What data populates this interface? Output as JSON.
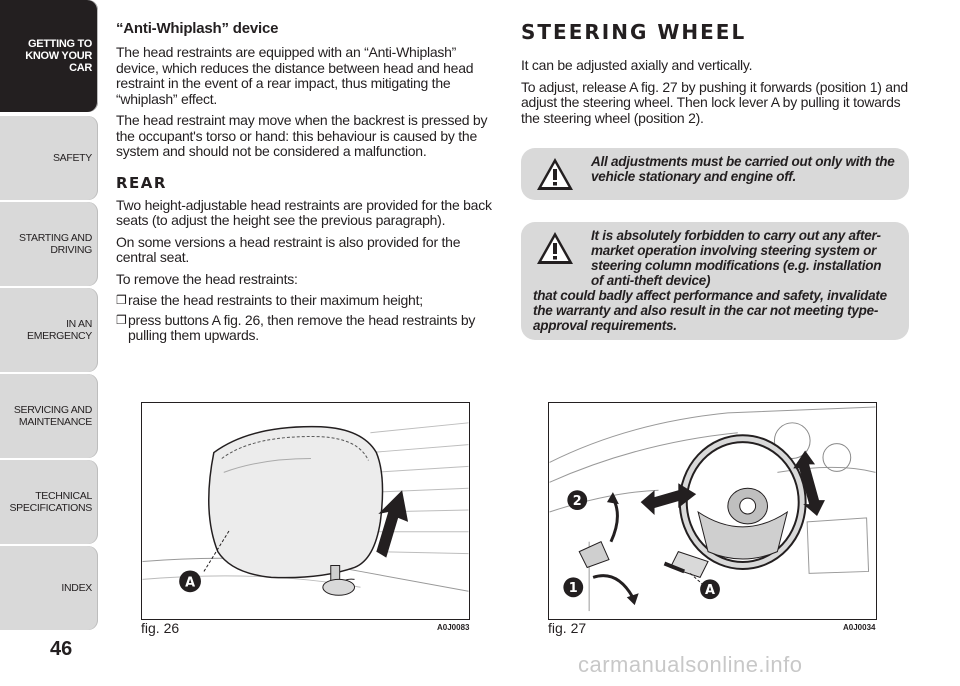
{
  "sidebar": {
    "tabs": [
      {
        "label": "GETTING TO KNOW YOUR CAR",
        "active": true
      },
      {
        "label": "SAFETY",
        "active": false
      },
      {
        "label": "STARTING AND DRIVING",
        "active": false
      },
      {
        "label": "IN AN EMERGENCY",
        "active": false
      },
      {
        "label": "SERVICING AND MAINTENANCE",
        "active": false
      },
      {
        "label": "TECHNICAL SPECIFICATIONS",
        "active": false
      },
      {
        "label": "INDEX",
        "active": false
      }
    ],
    "page_number": "46"
  },
  "left": {
    "subtitle": "“Anti-Whiplash” device",
    "p1": "The head restraints are equipped with an “Anti-Whiplash” device, which reduces the distance between head and head restraint in the event of a rear impact, thus mitigating the “whiplash” effect.",
    "p2": "The head restraint may move when the backrest is pressed by the occupant's torso or hand: this behaviour is caused by the system and should not be considered a malfunction.",
    "rear_heading": "REAR",
    "p3": "Two height-adjustable head restraints are provided for the back seats (to adjust the height see the previous paragraph).",
    "p4": "On some versions a head restraint is also provided for the central seat.",
    "p5": "To remove the head restraints:",
    "bullet_glyph": "❒",
    "bullets": [
      "raise the head restraints to their maximum height;",
      "press buttons A fig. 26, then remove the head restraints by pulling them upwards."
    ]
  },
  "right": {
    "heading": "STEERING WHEEL",
    "p1": "It can be adjusted axially and vertically.",
    "p2": "To adjust, release A fig. 27 by pushing it forwards (position 1) and adjust the steering wheel. Then lock lever A by pulling it towards the steering wheel (position 2).",
    "warning1": "All adjustments must be carried out only with the vehicle stationary and engine off.",
    "warning2_indented": "It is absolutely forbidden to carry out any after-market operation involving steering system or steering column modifications (e.g. installation of anti-theft device)",
    "warning2_rest": "that could badly affect performance and safety, invalidate the warranty and also result in the car not meeting type-approval requirements."
  },
  "figures": {
    "fig26": {
      "caption": "fig. 26",
      "code": "A0J0083",
      "label_a": "A"
    },
    "fig27": {
      "caption": "fig. 27",
      "code": "A0J0034",
      "label_a": "A",
      "label_1": "1",
      "label_2": "2"
    }
  },
  "watermark": "carmanualsonline.info"
}
